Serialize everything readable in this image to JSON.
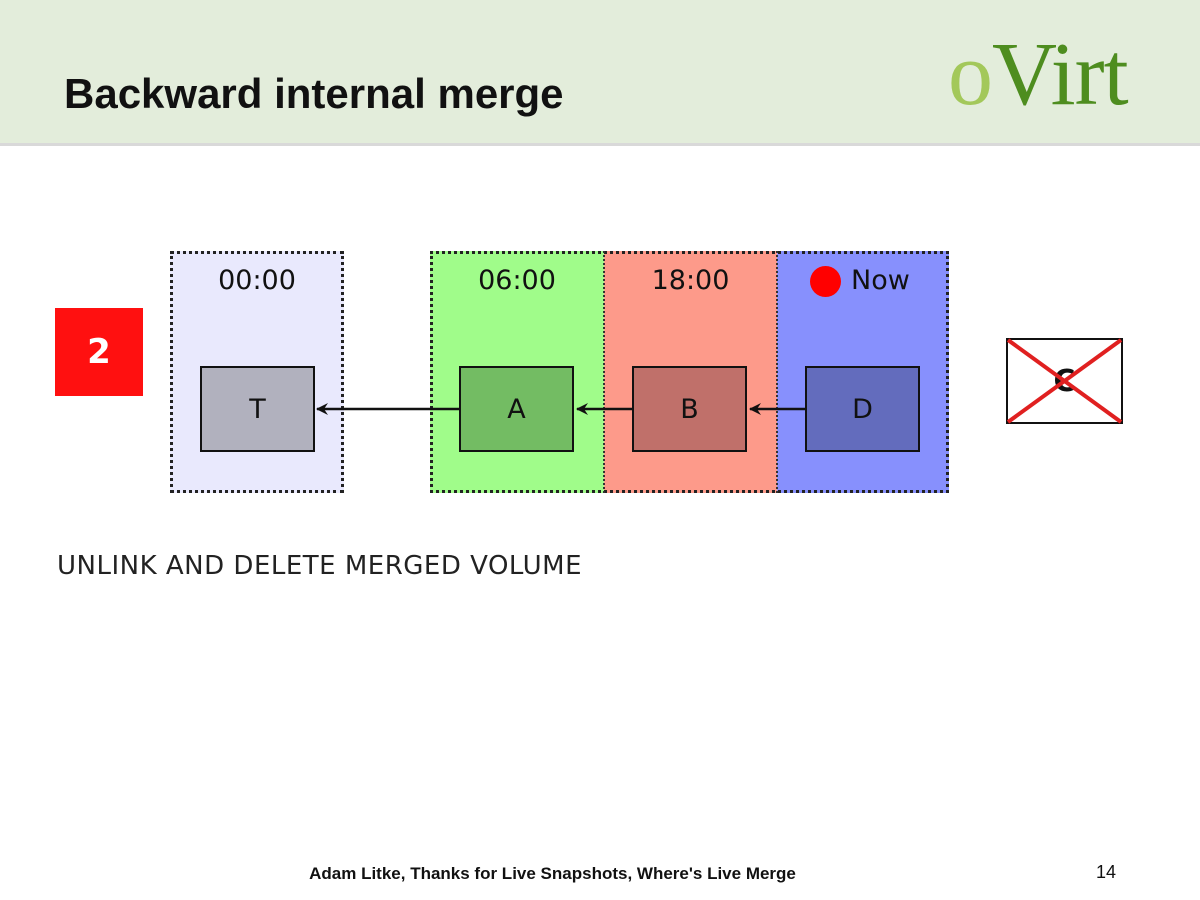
{
  "slide": {
    "title": "Backward internal merge",
    "logo": {
      "prefix": "o",
      "rest": "Virt"
    },
    "step": "2",
    "caption": "UNLINK AND DELETE MERGED VOLUME",
    "footer": "Adam Litke, Thanks for Live Snapshots, Where's Live Merge",
    "page_number": "14"
  },
  "diagram": {
    "zones": [
      {
        "label": "00:00",
        "color": "#e9e9fd"
      },
      {
        "label": "06:00",
        "color": "#a0fc8a"
      },
      {
        "label": "18:00",
        "color": "#fd9a8a"
      },
      {
        "label": "Now",
        "color": "#8790fd",
        "marker": "red-dot-icon"
      }
    ],
    "nodes": [
      {
        "label": "T",
        "color": "#b1b1be"
      },
      {
        "label": "A",
        "color": "#73bc63"
      },
      {
        "label": "B",
        "color": "#c0706a"
      },
      {
        "label": "D",
        "color": "#636cbd"
      }
    ],
    "edges": [
      {
        "from": "A",
        "to": "T"
      },
      {
        "from": "B",
        "to": "A"
      },
      {
        "from": "D",
        "to": "B"
      }
    ],
    "deleted_volume": {
      "label": "C",
      "cross_color": "#e02020"
    }
  },
  "colors": {
    "header_bg": "#e3eddb",
    "step_badge": "#ff1010",
    "logo_light": "#a3c85a",
    "logo_dark": "#4e8d1f"
  }
}
